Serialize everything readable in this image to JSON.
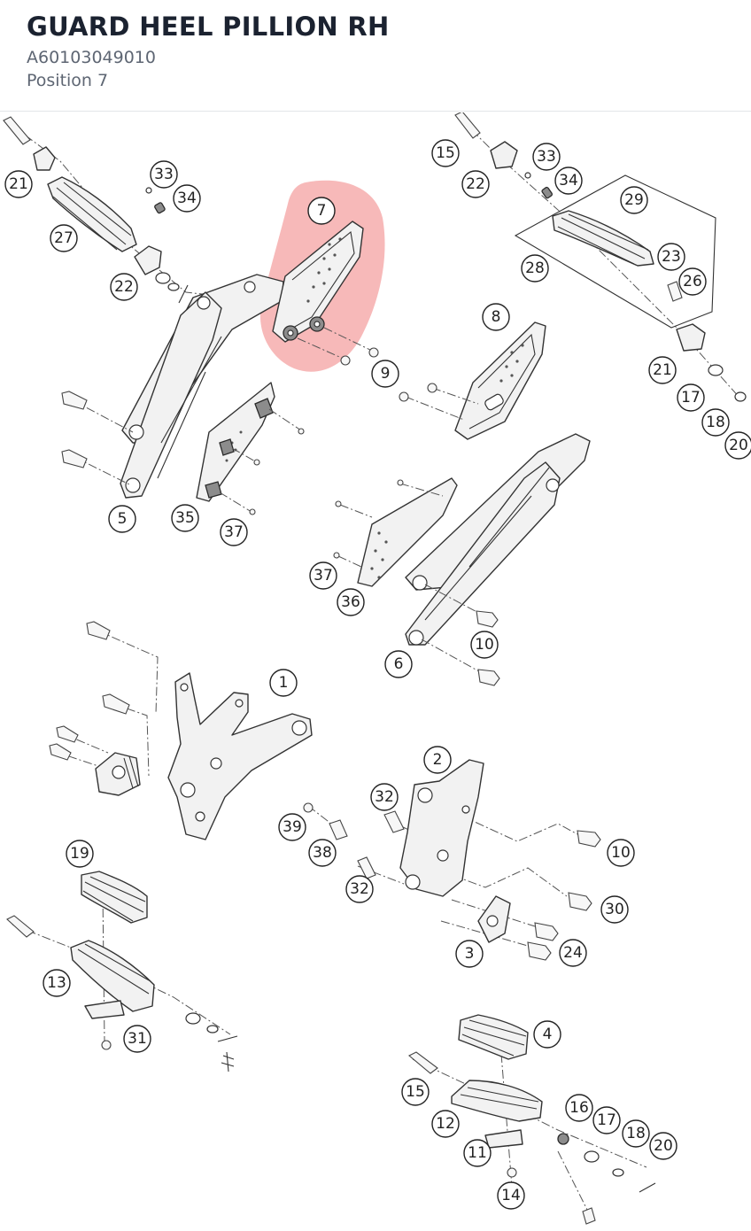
{
  "header": {
    "title": "GUARD HEEL PILLION RH",
    "part_number": "A60103049010",
    "position": "Position 7"
  },
  "diagram": {
    "highlight_color": "#f08080",
    "highlighted_callout": "7",
    "callouts": [
      "7",
      "21",
      "33",
      "34",
      "27",
      "22",
      "9",
      "5",
      "35",
      "37",
      "15",
      "22",
      "33",
      "34",
      "29",
      "23",
      "26",
      "28",
      "21",
      "17",
      "18",
      "20",
      "8",
      "37",
      "36",
      "10",
      "6",
      "1",
      "2",
      "32",
      "39",
      "38",
      "32",
      "10",
      "30",
      "3",
      "24",
      "19",
      "13",
      "31",
      "4",
      "15",
      "16",
      "17",
      "18",
      "20",
      "12",
      "11",
      "14"
    ]
  }
}
